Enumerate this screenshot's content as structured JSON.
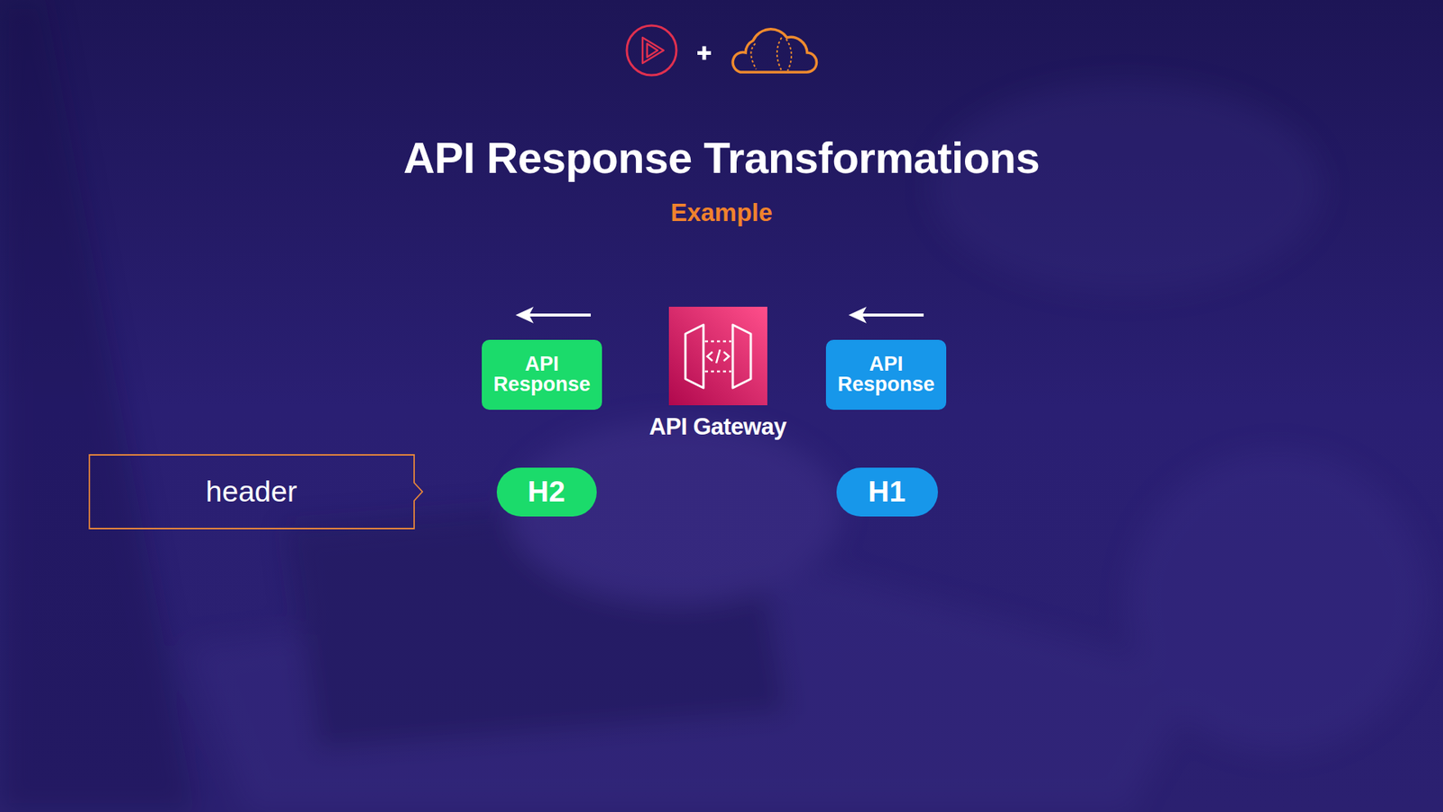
{
  "diagram": {
    "title": "API Response Transformations",
    "nodes": [
      {
        "text": [
          "API Response"
        ]
      },
      {
        "text": [
          "API Gateway"
        ]
      },
      {
        "text": [
          "API Response"
        ]
      },
      {
        "text": [
          "header"
        ]
      },
      {
        "text": [
          "H2"
        ]
      },
      {
        "text": [
          "H1"
        ]
      }
    ],
    "labels": [
      "Example"
    ]
  }
}
